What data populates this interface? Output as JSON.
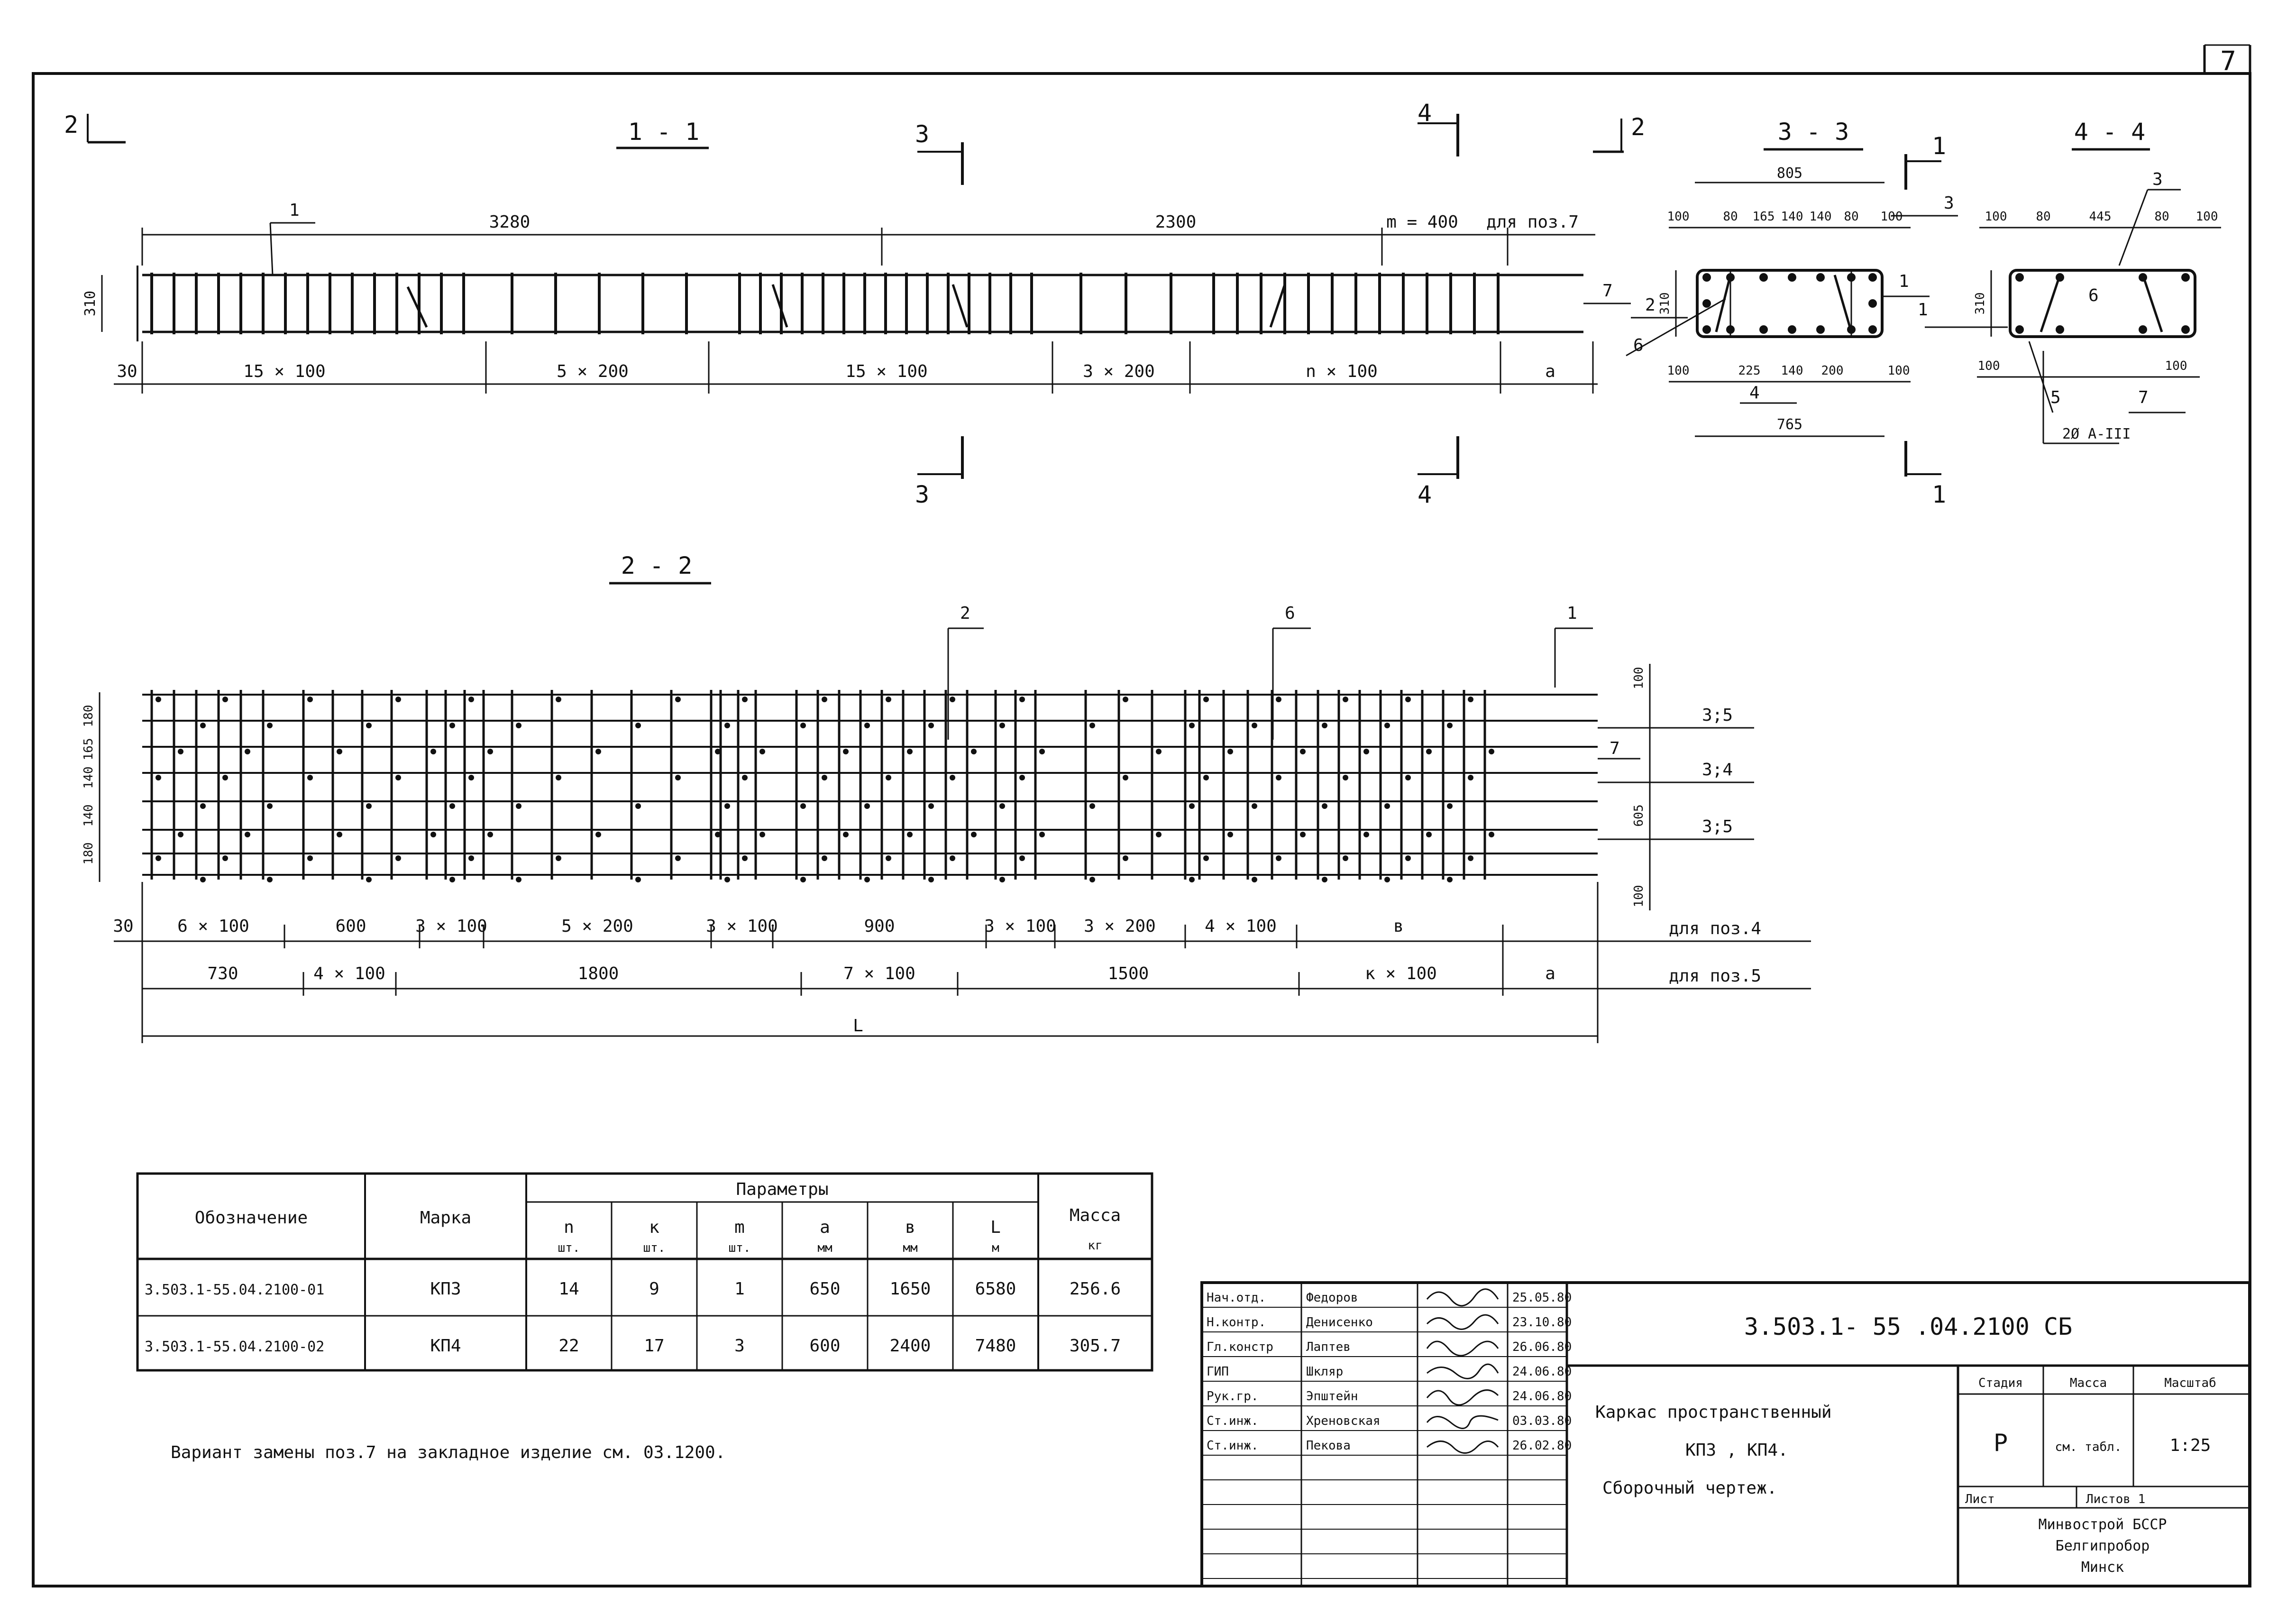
{
  "sheet": {
    "number": "7",
    "note": "Вариант замены поз.7 на закладное изделие см. 03.1200."
  },
  "section_1_1": {
    "title": "1 - 1",
    "cut_2_top": "2",
    "cut_2_right": "2",
    "cut_3_top": "3",
    "cut_3_bottom": "3",
    "cut_4_top": "4",
    "cut_4_bottom": "4",
    "leader_1": "1",
    "leader_7": "7",
    "height": "310",
    "top_dims": [
      "3280",
      "2300",
      "m = 400",
      "для поз.7"
    ],
    "bottom_dims": [
      "30",
      "15 × 100",
      "5 × 200",
      "15 × 100",
      "3 × 200",
      "n × 100",
      "a"
    ]
  },
  "section_2_2": {
    "title": "2 - 2",
    "leaders": [
      "2",
      "6",
      "1",
      "7"
    ],
    "left_dims": [
      "180",
      "165",
      "140",
      "140",
      "180"
    ],
    "right_dims": [
      "100",
      "605",
      "100"
    ],
    "right_labels": [
      "3;5",
      "3;4",
      "3;5"
    ],
    "row1": [
      "30",
      "6 × 100",
      "600",
      "3 × 100",
      "5 × 200",
      "3 × 100",
      "900",
      "3 × 100",
      "3 × 200",
      "4 × 100",
      "в",
      "для поз.4"
    ],
    "row2": [
      "730",
      "4 × 100",
      "1800",
      "7 × 100",
      "1500",
      "к × 100",
      "a",
      "для поз.5"
    ],
    "row3": "L"
  },
  "section_3_3": {
    "title": "3 - 3",
    "top_total": "805",
    "top_dims": [
      "100",
      "80",
      "165",
      "140",
      "140",
      "80",
      "100"
    ],
    "bottom_dims": [
      "100",
      "225",
      "140",
      "200",
      "100"
    ],
    "bottom_total": "765",
    "height": "310",
    "labels": [
      "3",
      "2",
      "6",
      "4",
      "1",
      "1",
      "1",
      "1"
    ]
  },
  "section_4_4": {
    "title": "4 - 4",
    "top_dims": [
      "100",
      "80",
      "445",
      "80",
      "100"
    ],
    "height": "310",
    "side_dims": [
      "100",
      "100"
    ],
    "labels": [
      "3",
      "6",
      "5",
      "7"
    ],
    "rebar": "2Ø A-III"
  },
  "table": {
    "headers": {
      "designation": "Обозначение",
      "mark": "Марка",
      "params": "Параметры",
      "mass": "Масса",
      "mass_unit": "кг"
    },
    "param_headers": [
      {
        "name": "n",
        "unit": "шт."
      },
      {
        "name": "к",
        "unit": "шт."
      },
      {
        "name": "m",
        "unit": "шт."
      },
      {
        "name": "a",
        "unit": "мм"
      },
      {
        "name": "в",
        "unit": "мм"
      },
      {
        "name": "L",
        "unit": "м"
      }
    ],
    "rows": [
      {
        "designation": "3.503.1-55.04.2100-01",
        "mark": "КП3",
        "n": "14",
        "k": "9",
        "m": "1",
        "a": "650",
        "b": "1650",
        "L": "6580",
        "mass": "256.6"
      },
      {
        "designation": "3.503.1-55.04.2100-02",
        "mark": "КП4",
        "n": "22",
        "k": "17",
        "m": "3",
        "a": "600",
        "b": "2400",
        "L": "7480",
        "mass": "305.7"
      }
    ]
  },
  "stamp": {
    "code": "3.503.1- 55 .04.2100 СБ",
    "title_lines": [
      "Каркас пространственный",
      "КП3 , КП4.",
      "Сборочный чертеж."
    ],
    "stage_header": "Стадия",
    "mass_header": "Масса",
    "scale_header": "Масштаб",
    "stage": "Р",
    "mass": "см. табл.",
    "scale": "1:25",
    "sheet_label": "Лист",
    "sheets_label": "Листов 1",
    "org_lines": [
      "Минвострой БССР",
      "Белгипробор",
      "Минск"
    ],
    "people": [
      {
        "role": "Нач.отд.",
        "name": "Федоров",
        "date": "25.05.80"
      },
      {
        "role": "Н.контр.",
        "name": "Денисенко",
        "date": "23.10.80"
      },
      {
        "role": "Гл.констр",
        "name": "Лаптев",
        "date": "26.06.80"
      },
      {
        "role": "ГИП",
        "name": "Шкляр",
        "date": "24.06.80"
      },
      {
        "role": "Рук.гр.",
        "name": "Эпштейн",
        "date": "24.06.80"
      },
      {
        "role": "Ст.инж.",
        "name": "Хреновская",
        "date": "03.03.80"
      },
      {
        "role": "Ст.инж.",
        "name": "Пекова",
        "date": "26.02.80"
      }
    ]
  }
}
